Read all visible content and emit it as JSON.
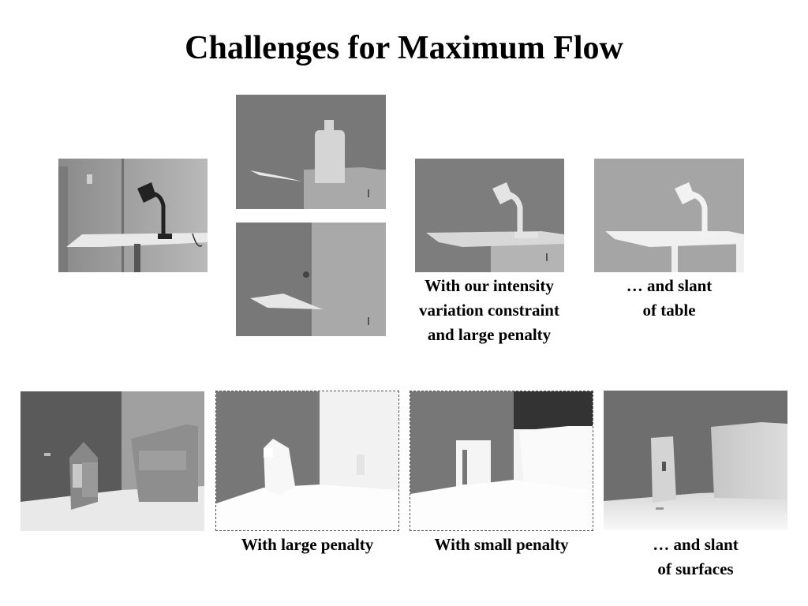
{
  "slide": {
    "title": "Challenges for Maximum Flow"
  },
  "captions": {
    "intensity": [
      "With our intensity",
      "variation constraint",
      "and large penalty"
    ],
    "slant_table": [
      "… and slant",
      "of table"
    ],
    "large_penalty": "With large penalty",
    "small_penalty": "With small penalty",
    "slant_surfaces": [
      "… and slant",
      "of surfaces"
    ]
  },
  "colors": {
    "background": "#ffffff",
    "text": "#000000"
  }
}
